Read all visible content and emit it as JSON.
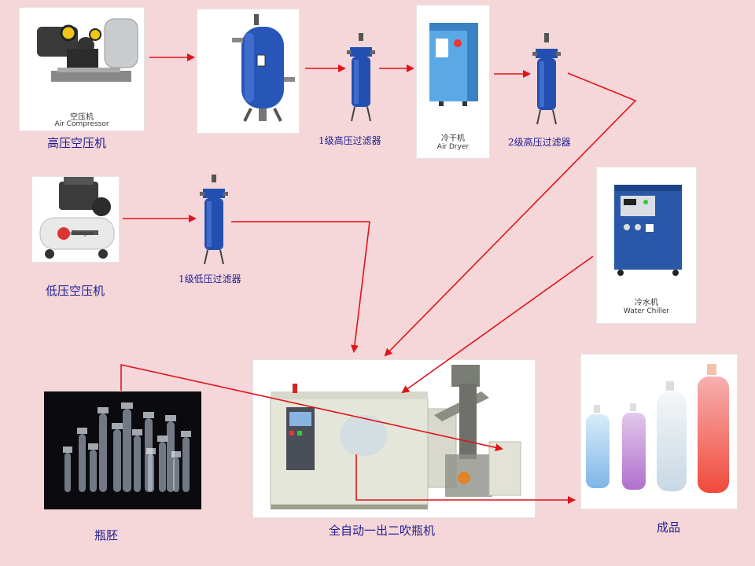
{
  "labels": {
    "hp_compressor": "高压空压机",
    "hp_filter_1": "1级高压过滤器",
    "hp_filter_2": "2级高压过滤器",
    "lp_compressor": "低压空压机",
    "lp_filter_1": "1级低压过滤器",
    "preforms": "瓶胚",
    "blow_machine": "全自动一出二吹瓶机",
    "finished": "成品"
  },
  "captions": {
    "air_compressor_cn": "空压机",
    "air_compressor_en": "Air Compressor",
    "air_dryer_cn": "冷干机",
    "air_dryer_en": "Air Dryer",
    "water_chiller_cn": "冷水机",
    "water_chiller_en": "Water Chiller",
    "lp_brand": "shangair"
  },
  "colors": {
    "background": "#f5d6d9",
    "arrow": "#e0131a",
    "label_text": "#1f1f8f",
    "equipment_blue": "#1f4fa8"
  }
}
